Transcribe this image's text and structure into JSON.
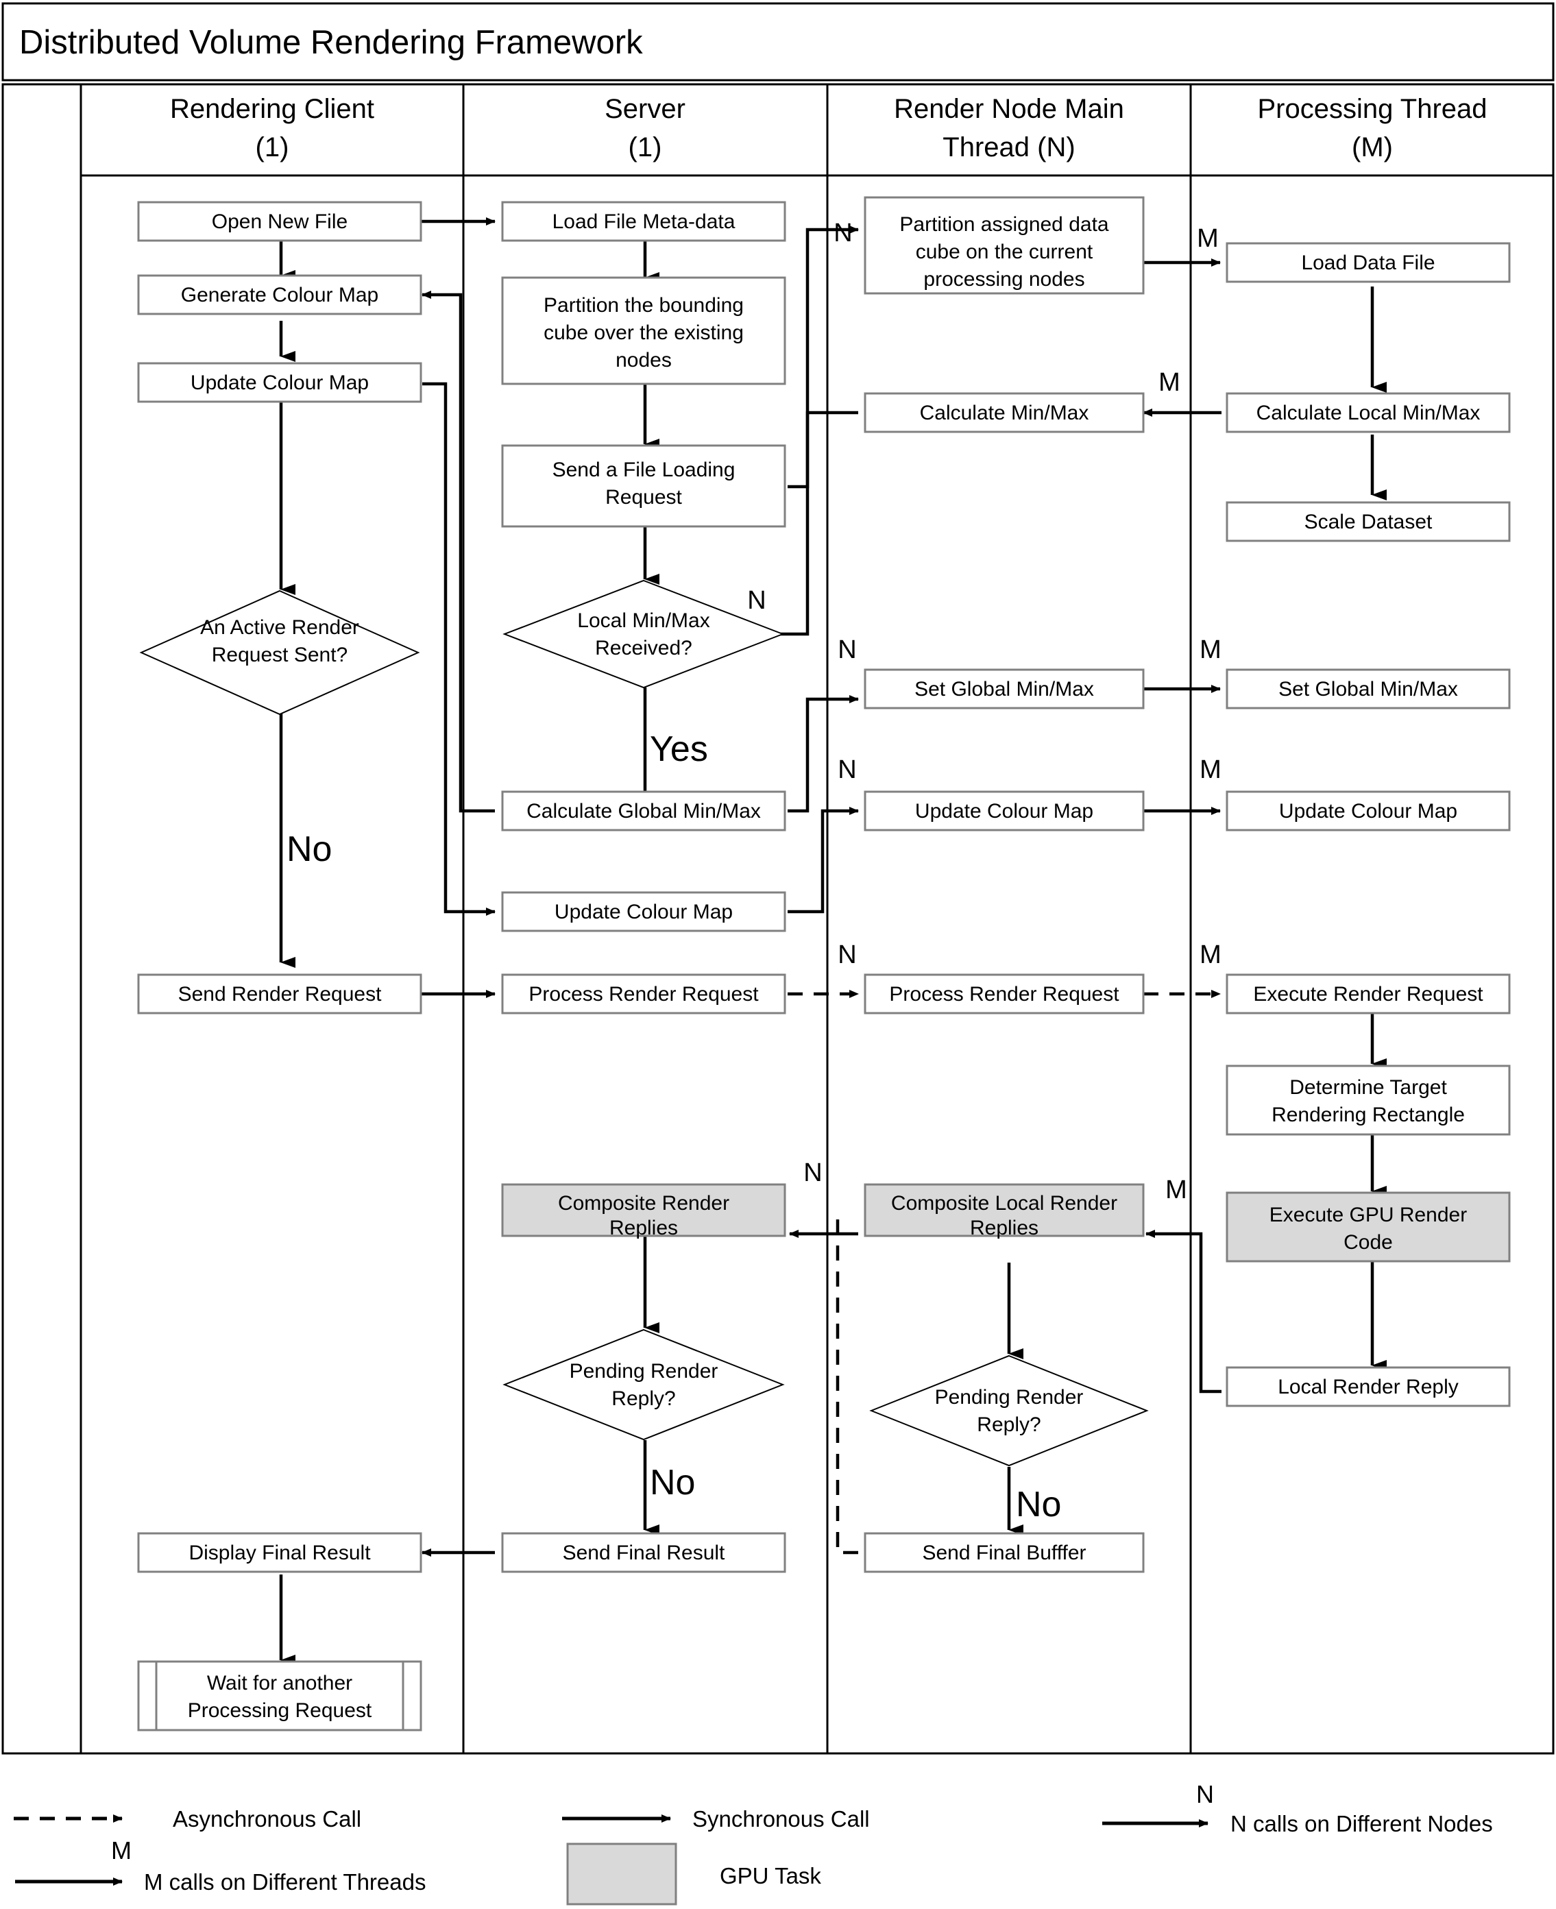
{
  "title": "Distributed Volume Rendering Framework",
  "lanes": [
    {
      "name": "Rendering Client",
      "count": "(1)"
    },
    {
      "name": "Server",
      "count": "(1)"
    },
    {
      "name": "Render Node Main Thread (N)",
      "line1": "Render Node Main",
      "line2": "Thread (N)"
    },
    {
      "name": "Processing Thread",
      "line1": "Processing Thread",
      "line2": "(M)"
    }
  ],
  "nodes": {
    "client": [
      {
        "id": "open_new_file",
        "label": "Open New File",
        "shape": "process"
      },
      {
        "id": "generate_colour_map",
        "label": "Generate Colour Map",
        "shape": "process"
      },
      {
        "id": "update_colour_map_client",
        "label": "Update Colour Map",
        "shape": "process"
      },
      {
        "id": "active_render_request",
        "label_line1": "An Active Render",
        "label_line2": "Request Sent?",
        "shape": "decision"
      },
      {
        "id": "send_render_request",
        "label": "Send Render Request",
        "shape": "process"
      },
      {
        "id": "display_final_result",
        "label": "Display Final Result",
        "shape": "process"
      },
      {
        "id": "wait_for_request",
        "label_line1": "Wait for another",
        "label_line2": "Processing Request",
        "shape": "predefined"
      }
    ],
    "server": [
      {
        "id": "load_file_metadata",
        "label": "Load File Meta-data",
        "shape": "process"
      },
      {
        "id": "partition_bounding_cube",
        "label_line1": "Partition the bounding",
        "label_line2": "cube over the existing",
        "label_line3": "nodes",
        "shape": "process"
      },
      {
        "id": "send_file_loading_request",
        "label_line1": "Send a File Loading",
        "label_line2": "Request",
        "shape": "process"
      },
      {
        "id": "local_minmax_received",
        "label_line1": "Local Min/Max",
        "label_line2": "Received?",
        "shape": "decision"
      },
      {
        "id": "calculate_global_minmax",
        "label": "Calculate Global Min/Max",
        "shape": "process"
      },
      {
        "id": "update_colour_map_server",
        "label": "Update Colour Map",
        "shape": "process"
      },
      {
        "id": "process_render_request_server",
        "label": "Process Render Request",
        "shape": "process"
      },
      {
        "id": "composite_render_replies",
        "label_line1": "Composite Render",
        "label_line2": "Replies",
        "shape": "process",
        "fill": "gpu"
      },
      {
        "id": "pending_render_reply_server",
        "label_line1": "Pending Render",
        "label_line2": "Reply?",
        "shape": "decision"
      },
      {
        "id": "send_final_result",
        "label": "Send Final Result",
        "shape": "process"
      }
    ],
    "render_node": [
      {
        "id": "partition_assigned_cube",
        "label_line1": "Partition assigned data",
        "label_line2": "cube on the current",
        "label_line3": "processing nodes",
        "shape": "process"
      },
      {
        "id": "calculate_minmax",
        "label": "Calculate Min/Max",
        "shape": "process"
      },
      {
        "id": "set_global_minmax_node",
        "label": "Set Global Min/Max",
        "shape": "process"
      },
      {
        "id": "update_colour_map_node",
        "label": "Update Colour Map",
        "shape": "process"
      },
      {
        "id": "process_render_request_node",
        "label": "Process Render Request",
        "shape": "process"
      },
      {
        "id": "composite_local_render_replies",
        "label_line1": "Composite Local Render",
        "label_line2": "Replies",
        "shape": "process",
        "fill": "gpu"
      },
      {
        "id": "pending_render_reply_node",
        "label_line1": "Pending Render",
        "label_line2": "Reply?",
        "shape": "decision"
      },
      {
        "id": "send_final_buffer",
        "label": "Send Final Bufffer",
        "shape": "process"
      }
    ],
    "processing_thread": [
      {
        "id": "load_data_file",
        "label": "Load Data File",
        "shape": "process"
      },
      {
        "id": "calculate_local_minmax",
        "label": "Calculate Local Min/Max",
        "shape": "process"
      },
      {
        "id": "scale_dataset",
        "label": "Scale Dataset",
        "shape": "process"
      },
      {
        "id": "set_global_minmax_thread",
        "label": "Set Global Min/Max",
        "shape": "process"
      },
      {
        "id": "update_colour_map_thread",
        "label": "Update Colour Map",
        "shape": "process"
      },
      {
        "id": "execute_render_request",
        "label": "Execute Render Request",
        "shape": "process"
      },
      {
        "id": "determine_target_rect",
        "label_line1": "Determine Target",
        "label_line2": "Rendering Rectangle",
        "shape": "process"
      },
      {
        "id": "execute_gpu_render_code",
        "label_line1": "Execute GPU Render",
        "label_line2": "Code",
        "shape": "process",
        "fill": "gpu"
      },
      {
        "id": "local_render_reply",
        "label": "Local Render Reply",
        "shape": "process"
      }
    ]
  },
  "edge_labels": {
    "no": "No",
    "yes": "Yes",
    "n": "N",
    "m": "M"
  },
  "legend": [
    {
      "id": "async",
      "label": "Asynchronous Call",
      "kind": "dashed-arrow"
    },
    {
      "id": "sync",
      "label": "Synchronous Call",
      "kind": "solid-arrow"
    },
    {
      "id": "n-calls",
      "label": "N calls on Different Nodes",
      "kind": "solid-arrow",
      "badge": "N"
    },
    {
      "id": "m-calls",
      "label": "M calls on Different Threads",
      "kind": "solid-arrow",
      "badge": "M"
    },
    {
      "id": "gpu",
      "label": "GPU Task",
      "kind": "swatch"
    }
  ],
  "colors": {
    "gpu_fill": "#d9d9d9",
    "stroke": "#000000",
    "box_stroke": "#808080",
    "lane_stroke": "#000000"
  }
}
